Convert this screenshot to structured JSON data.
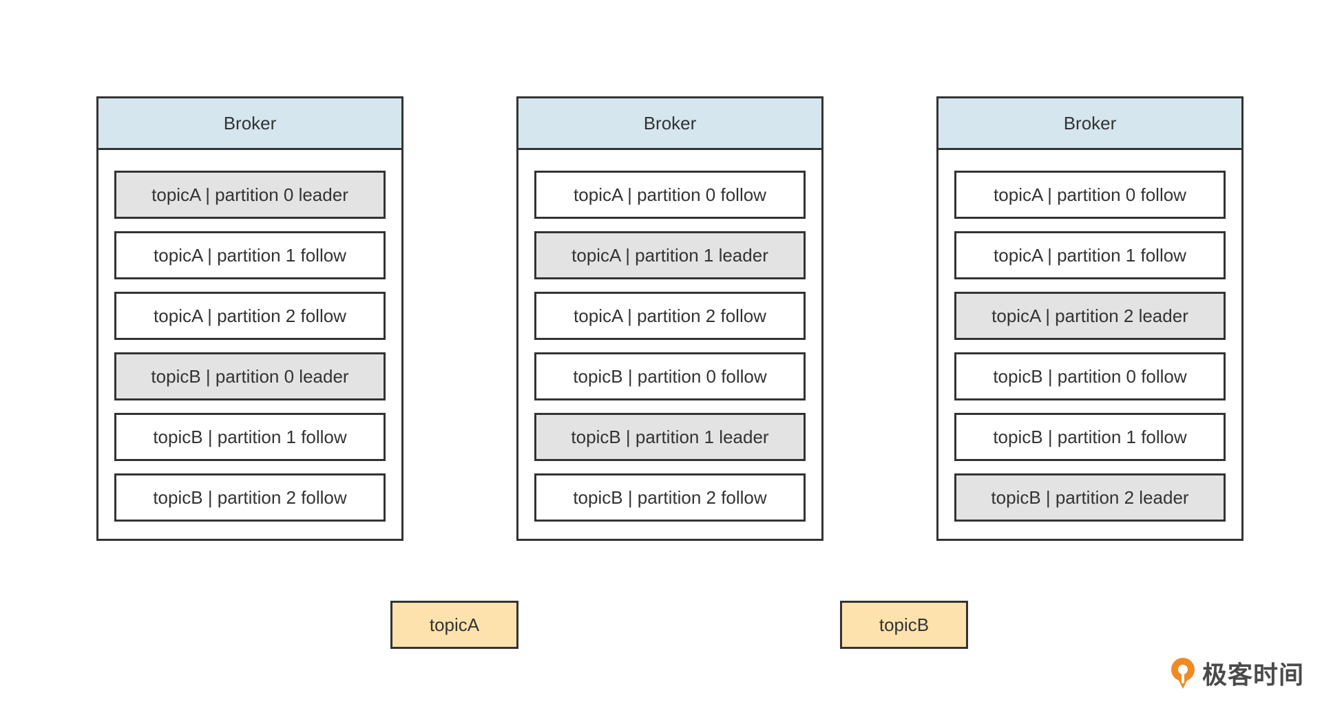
{
  "brokers": [
    {
      "title": "Broker",
      "partitions": [
        {
          "label": "topicA | partition 0 leader",
          "role": "leader"
        },
        {
          "label": "topicA | partition 1 follow",
          "role": "follow"
        },
        {
          "label": "topicA | partition 2 follow",
          "role": "follow"
        },
        {
          "label": "topicB | partition 0 leader",
          "role": "leader"
        },
        {
          "label": "topicB | partition 1 follow",
          "role": "follow"
        },
        {
          "label": "topicB | partition 2 follow",
          "role": "follow"
        }
      ]
    },
    {
      "title": "Broker",
      "partitions": [
        {
          "label": "topicA | partition 0 follow",
          "role": "follow"
        },
        {
          "label": "topicA | partition 1 leader",
          "role": "leader"
        },
        {
          "label": "topicA | partition 2 follow",
          "role": "follow"
        },
        {
          "label": "topicB | partition 0 follow",
          "role": "follow"
        },
        {
          "label": "topicB | partition 1 leader",
          "role": "leader"
        },
        {
          "label": "topicB | partition 2 follow",
          "role": "follow"
        }
      ]
    },
    {
      "title": "Broker",
      "partitions": [
        {
          "label": "topicA | partition 0 follow",
          "role": "follow"
        },
        {
          "label": "topicA | partition 1 follow",
          "role": "follow"
        },
        {
          "label": "topicA | partition 2 leader",
          "role": "leader"
        },
        {
          "label": "topicB | partition 0 follow",
          "role": "follow"
        },
        {
          "label": "topicB | partition 1 follow",
          "role": "follow"
        },
        {
          "label": "topicB | partition 2 leader",
          "role": "leader"
        }
      ]
    }
  ],
  "topics": [
    {
      "label": "topicA"
    },
    {
      "label": "topicB"
    }
  ],
  "watermark": {
    "text": "极客时间",
    "icon": "geektime-logo-icon"
  },
  "colors": {
    "broker_header": "#d5e6ef",
    "leader_fill": "#e3e3e3",
    "follow_fill": "#ffffff",
    "topic_fill": "#fde2ad",
    "border": "#333333",
    "logo_orange": "#f08a24"
  }
}
